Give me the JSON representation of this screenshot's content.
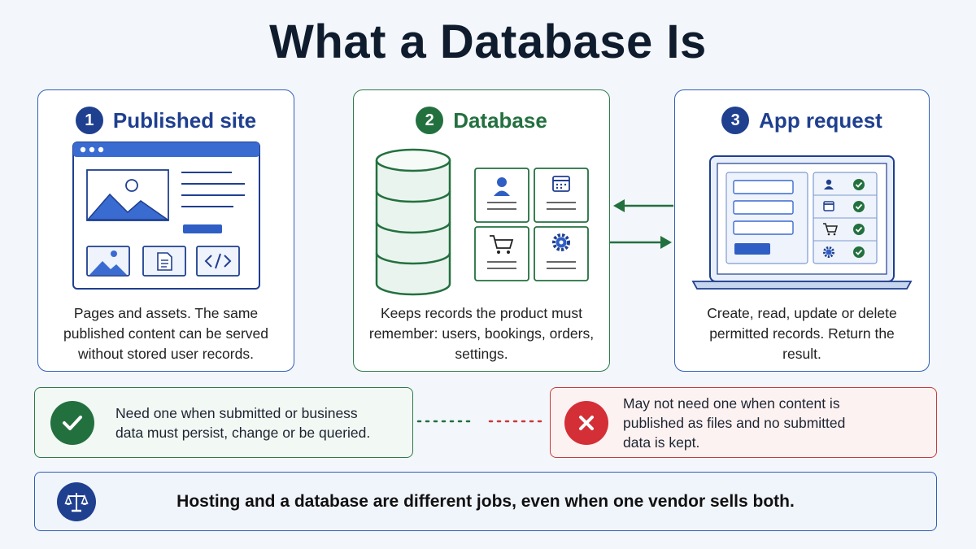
{
  "title": "What a Database Is",
  "panels": [
    {
      "number": "1",
      "title": "Published site",
      "description": "Pages and assets. The same published content can be served without stored user records."
    },
    {
      "number": "2",
      "title": "Database",
      "description": "Keeps records the product must remember: users, bookings, orders, settings."
    },
    {
      "number": "3",
      "title": "App request",
      "description": "Create, read, update or delete permitted records. Return the result."
    }
  ],
  "need_box": {
    "text": "Need one when submitted or business data must persist, change or be queried."
  },
  "no_need_box": {
    "text": "May not need one when content is published as files and no submitted data is kept."
  },
  "footer": {
    "text": "Hosting and a database are different jobs, even when one vendor sells both."
  },
  "colors": {
    "blue": "#1f3f8f",
    "green": "#23703f",
    "red": "#d42f36"
  },
  "icons": [
    "browser-window-icon",
    "image-icon",
    "document-icon",
    "code-icon",
    "database-cylinder-icon",
    "user-icon",
    "calendar-icon",
    "cart-icon",
    "gear-icon",
    "laptop-icon",
    "check-icon",
    "x-icon",
    "scales-icon"
  ]
}
